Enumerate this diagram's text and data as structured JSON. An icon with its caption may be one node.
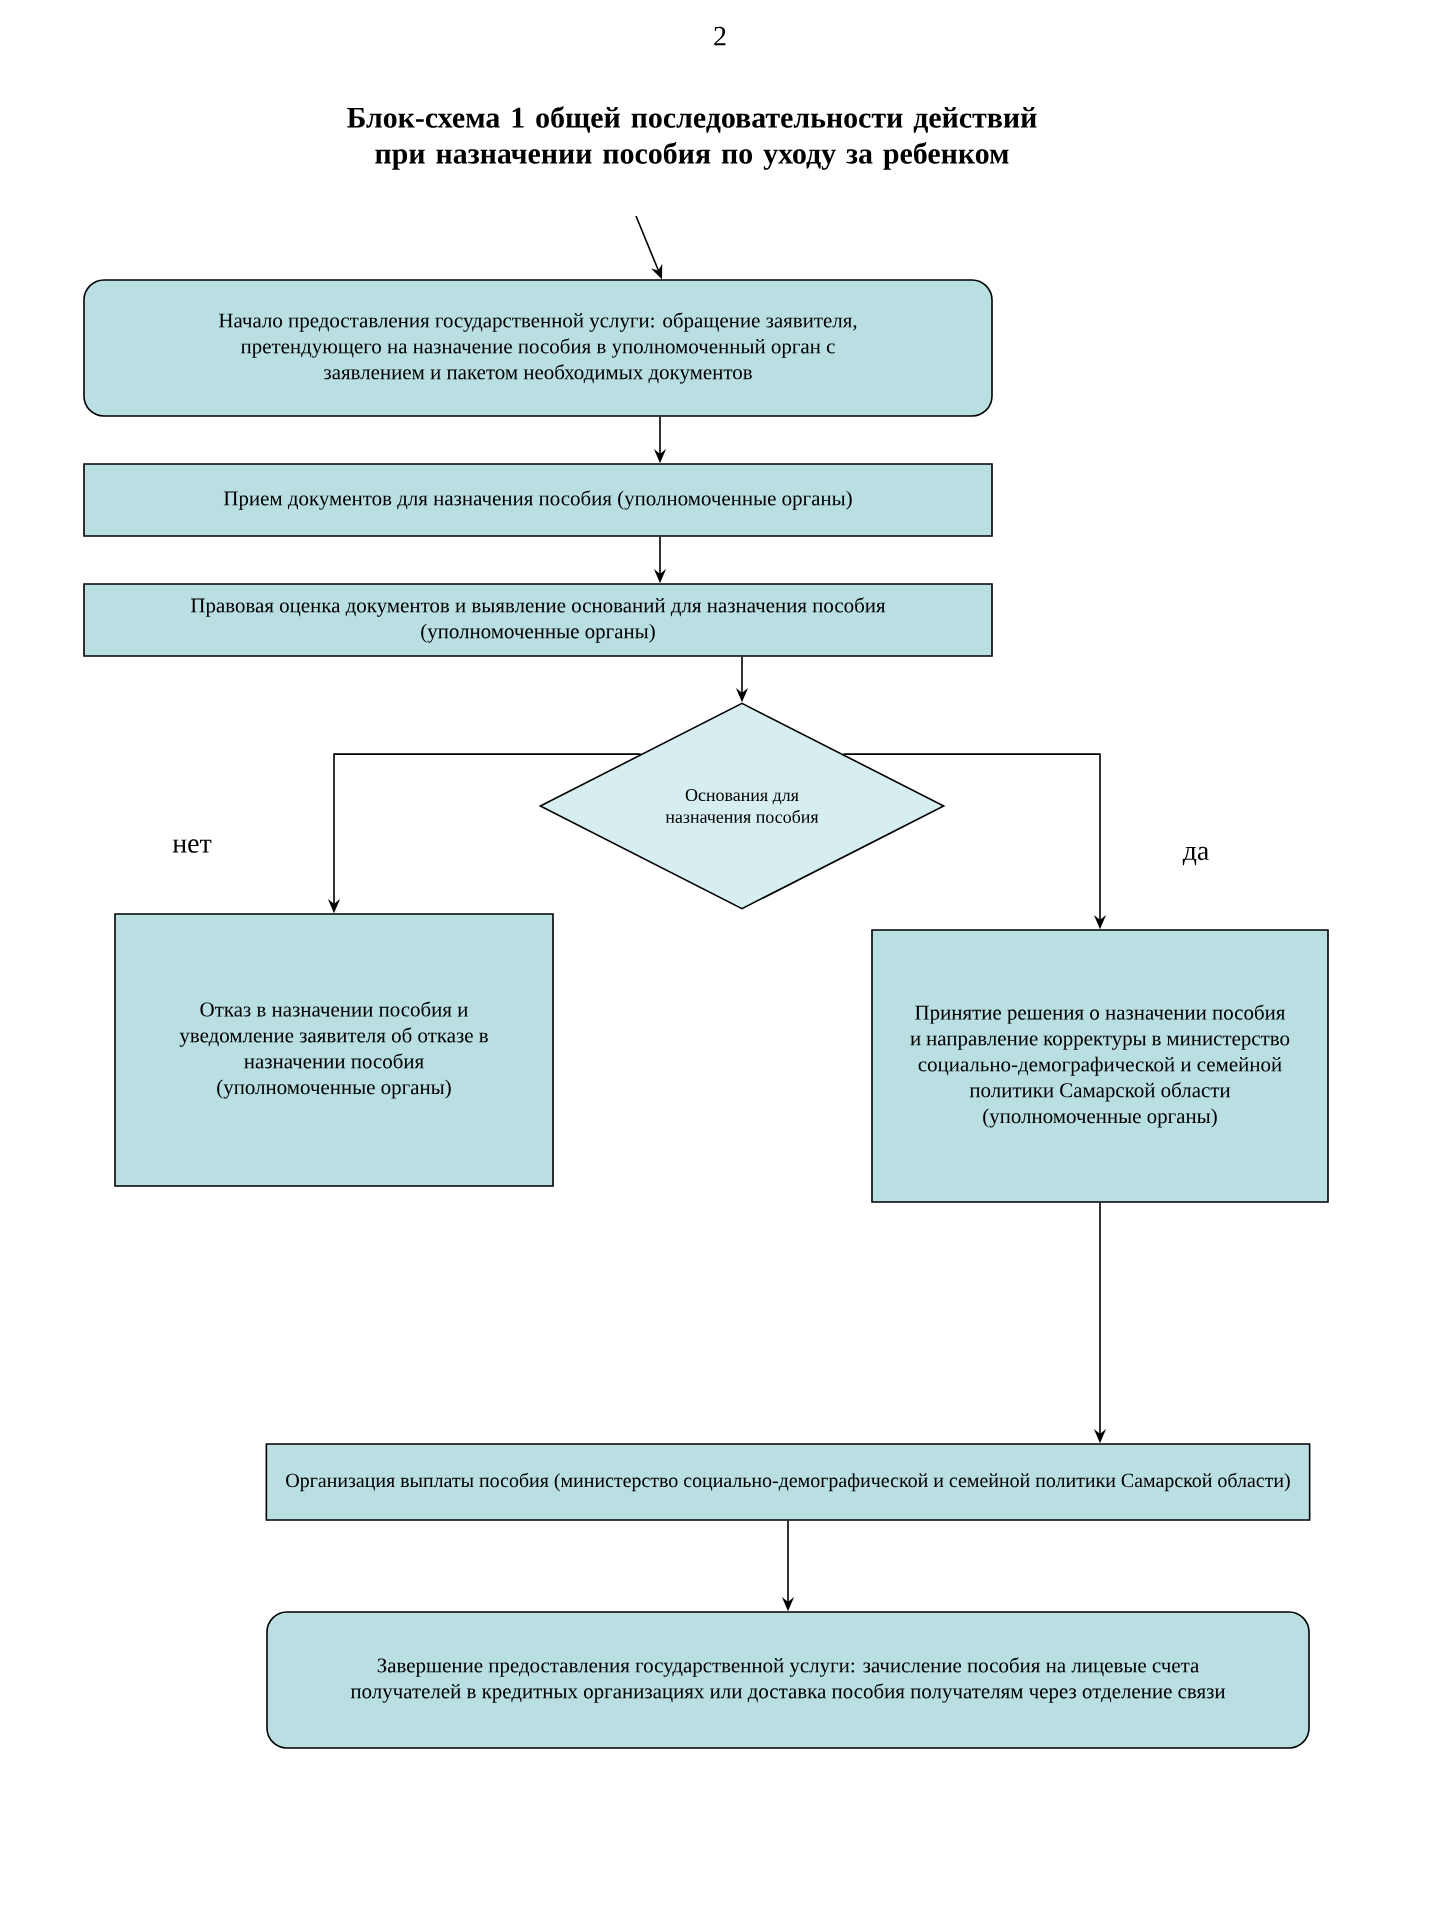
{
  "diagram": {
    "title": "Блок-схема 1 общей последовательности действий при назначении пособия по уходу за ребенком",
    "nodes": [
      {
        "text": [
          "Начало предоставления государственной услуги: обращение заявителя, претендующего на назначение пособия в уполномоченный орган с заявлением и пакетом необходимых документов"
        ]
      },
      {
        "text": [
          "Прием документов для назначения пособия (уполномоченные органы)"
        ]
      },
      {
        "text": [
          "Правовая оценка документов и выявление оснований для назначения пособия (уполномоченные органы)"
        ]
      },
      {
        "text": [
          "Основания для назначения пособия"
        ]
      },
      {
        "text": [
          "Отказ в назначении пособия и уведомление заявителя об отказе в назначении пособия (уполномоченные органы)"
        ]
      },
      {
        "text": [
          "Принятие решения о назначении пособия и направление корректуры в министерство социально-демографической и семейной политики Самарской области (уполномоченные органы)"
        ]
      },
      {
        "text": [
          "Организация выплаты пособия (министерство социально-демографической и семейной политики Самарской области)"
        ]
      },
      {
        "text": [
          "Завершение предоставления государственной услуги: зачисление пособия на лицевые счета получателей в кредитных организациях или доставка пособия получателям через отделение связи"
        ]
      }
    ],
    "edges": [
      {
        "from": null,
        "to": 0,
        "arrow": "to"
      },
      {
        "from": 0,
        "to": 1,
        "arrow": "to"
      },
      {
        "from": 1,
        "to": 2,
        "arrow": "to"
      },
      {
        "from": 2,
        "to": 3,
        "arrow": "to"
      },
      {
        "from": 3,
        "to": 4,
        "arrow": "to",
        "label": "нет"
      },
      {
        "from": 3,
        "to": 5,
        "arrow": "to",
        "label": "да"
      },
      {
        "from": 5,
        "to": 6,
        "arrow": "to"
      },
      {
        "from": 6,
        "to": 7,
        "arrow": "to"
      }
    ],
    "labels": [
      "2"
    ]
  }
}
